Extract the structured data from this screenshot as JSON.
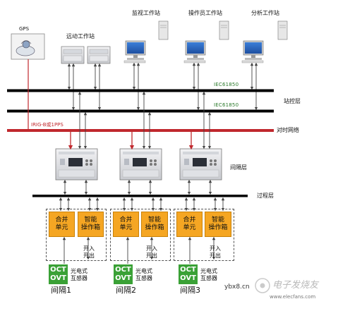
{
  "gps": {
    "label": "GPS"
  },
  "stations": {
    "remote": "远动工作站",
    "monitor": "监视工作站",
    "operator": "操作员工作站",
    "analysis": "分析工作站"
  },
  "network": {
    "iec_top": "IEC61850",
    "iec_bottom": "IEC61850",
    "station_layer": "站控层",
    "time_sync": "IRIG-B或1PPS",
    "time_network": "对时网络",
    "bay_layer": "间隔层",
    "process_layer": "过程层"
  },
  "units": {
    "merge": "合并\n单元",
    "smart": "智能\n操作箱",
    "io": "开入\n开出",
    "oct": "OCT",
    "ovt": "OVT",
    "transformer": "光电式\n互感器"
  },
  "bays": [
    "间隔1",
    "间隔2",
    "间隔3"
  ],
  "watermark": {
    "site": "ybx8.cn",
    "logo": "电子发烧友",
    "url": "www.elecfans.com"
  },
  "colors": {
    "sync_line": "#c0282d",
    "unit_fill": "#f5a623",
    "ct_fill": "#3aa136",
    "bus": "#000000"
  }
}
